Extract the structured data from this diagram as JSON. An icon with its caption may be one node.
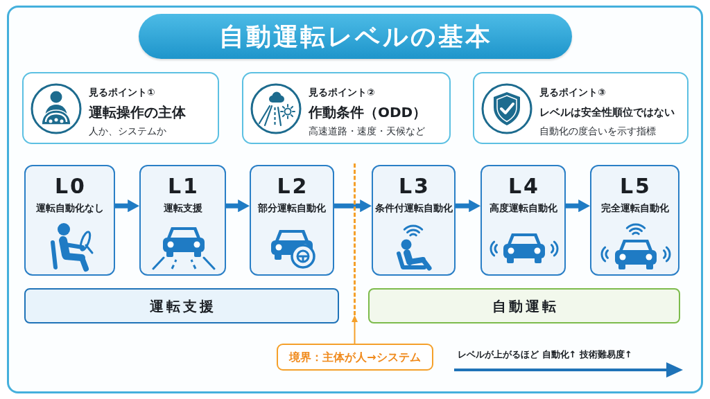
{
  "diagram": {
    "title": "自動運転レベルの基本",
    "nodes": [
      {
        "text": [
          "見るポイント①",
          "運転操作の主体",
          "人か、システムか"
        ]
      },
      {
        "text": [
          "見るポイント②",
          "作動条件（ODD）",
          "高速道路・速度・天候など"
        ]
      },
      {
        "text": [
          "見るポイント③",
          "レベルは安全性順位ではない",
          "自動化の度合いを示す指標"
        ]
      },
      {
        "text": [
          "L0",
          "運転自動化なし"
        ]
      },
      {
        "text": [
          "L1",
          "運転支援"
        ]
      },
      {
        "text": [
          "L2",
          "部分運転自動化"
        ]
      },
      {
        "text": [
          "L3",
          "条件付運転自動化"
        ]
      },
      {
        "text": [
          "L4",
          "高度運転自動化"
        ]
      },
      {
        "text": [
          "L5",
          "完全運転自動化"
        ]
      },
      {
        "text": [
          "運転支援"
        ]
      },
      {
        "text": [
          "自動運転"
        ]
      },
      {
        "text": [],
        "shape": "line"
      },
      {
        "text": [
          "境界：主体が人→システム"
        ]
      }
    ],
    "edges": [
      {
        "from": 3,
        "to": 4,
        "arrow": "to"
      },
      {
        "from": 4,
        "to": 5,
        "arrow": "to"
      },
      {
        "from": 5,
        "to": 6,
        "arrow": "to"
      },
      {
        "from": 6,
        "to": 7,
        "arrow": "to"
      },
      {
        "from": 7,
        "to": 8,
        "arrow": "to"
      },
      {
        "from": 12,
        "to": 11,
        "arrow": "to",
        "color": "#f5a02a"
      }
    ],
    "labels": [
      "レベルが上がるほど 自動化↑ 技術難易度↑"
    ]
  }
}
